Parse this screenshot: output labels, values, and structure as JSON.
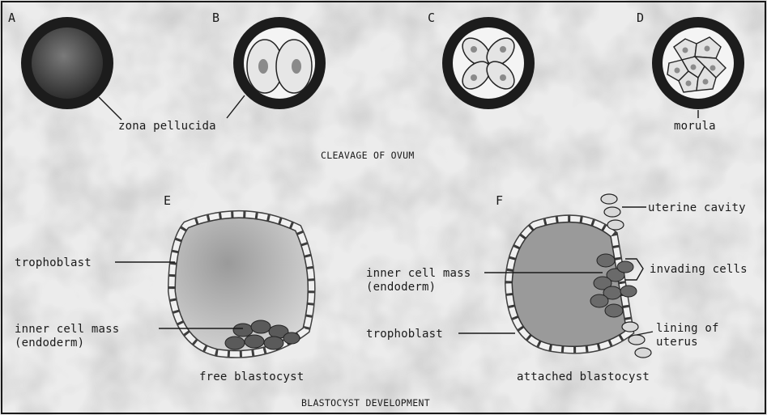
{
  "panels": {
    "a": "A",
    "b": "B",
    "c": "C",
    "d": "D",
    "e": "E",
    "f": "F"
  },
  "labels": {
    "zona_pellucida": "zona pellucida",
    "morula": "morula",
    "trophoblast_e": "trophoblast",
    "inner_cell_mass_e_1": "inner cell mass",
    "inner_cell_mass_e_2": "(endoderm)",
    "free_blastocyst": "free blastocyst",
    "uterine_cavity": "uterine cavity",
    "inner_cell_mass_f_1": "inner cell mass",
    "inner_cell_mass_f_2": "(endoderm)",
    "invading_cells": "invading cells",
    "trophoblast_f": "trophoblast",
    "lining_of_uterus_1": "lining of",
    "lining_of_uterus_2": "uterus",
    "attached_blastocyst": "attached blastocyst"
  },
  "captions": {
    "cleavage": "CLEAVAGE OF OVUM",
    "blastocyst": "BLASTOCYST DEVELOPMENT"
  }
}
